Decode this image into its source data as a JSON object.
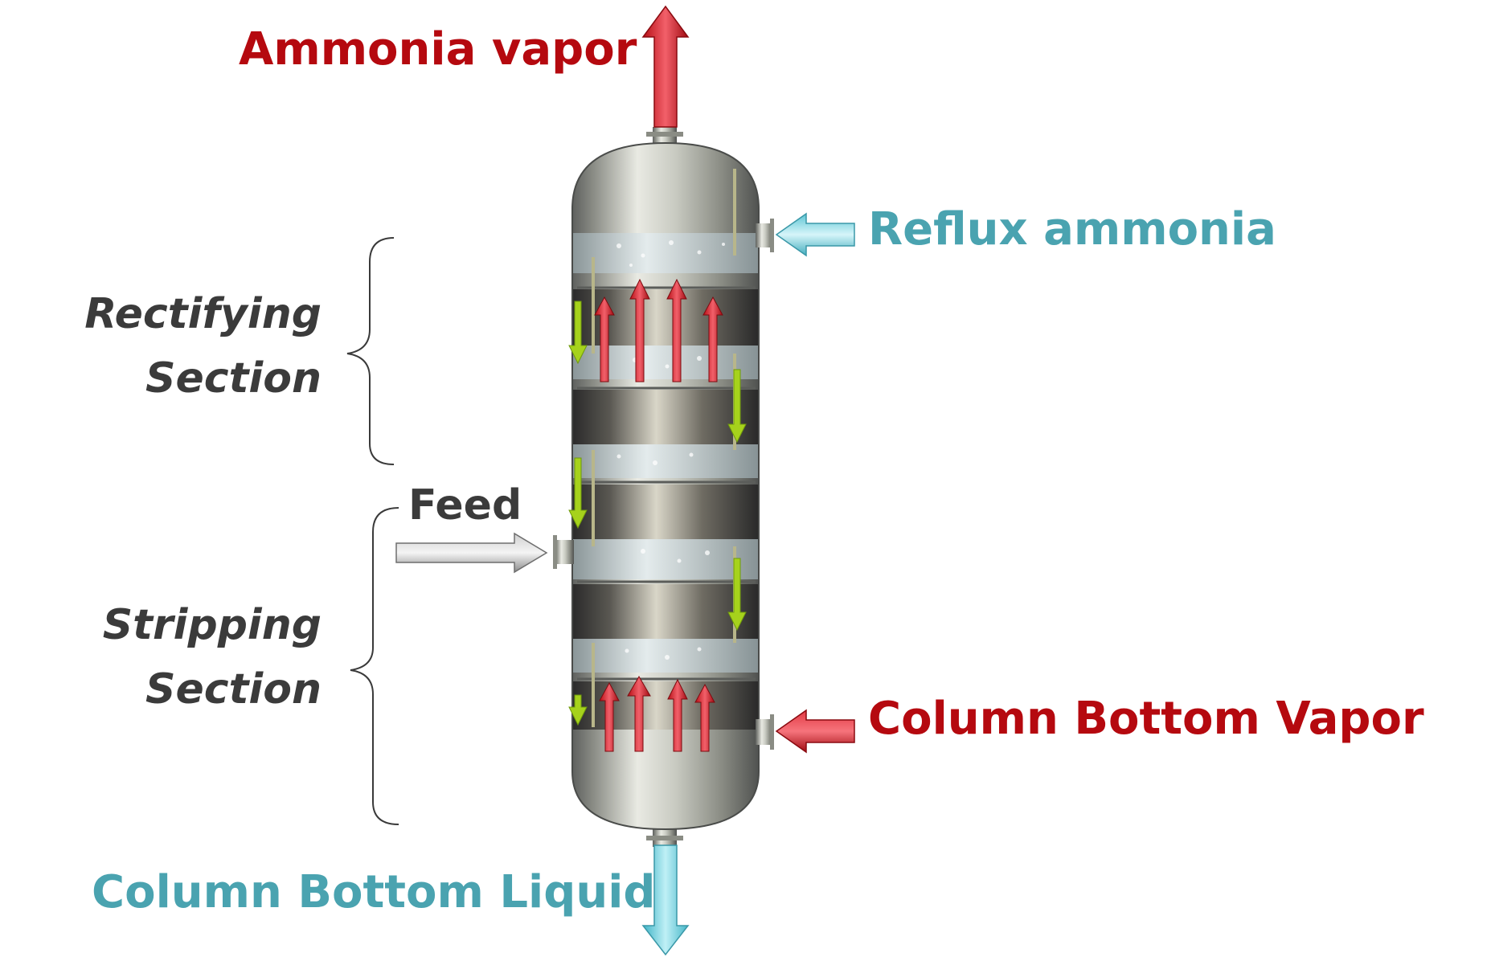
{
  "labels": {
    "ammonia_vapor": "Ammonia vapor",
    "reflux_ammonia": "Reflux ammonia",
    "column_bottom_vapor": "Column Bottom Vapor",
    "column_bottom_liquid": "Column Bottom Liquid",
    "feed": "Feed",
    "rectifying_line1": "Rectifying",
    "rectifying_line2": "Section",
    "stripping_line1": "Stripping",
    "stripping_line2": "Section"
  },
  "colors": {
    "vapor_red": "#b5090f",
    "liquid_teal": "#4aa3b0",
    "downflow_green": "#a6d21c",
    "feed_gray": "#a0a0a0",
    "text_dark": "#3b3b3b"
  }
}
